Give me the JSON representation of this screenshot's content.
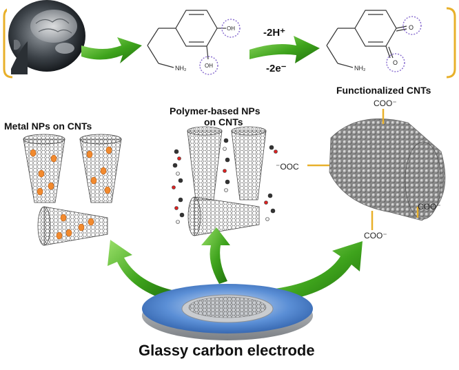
{
  "reaction": {
    "reactant_groups": [
      "OH",
      "OH"
    ],
    "amine_label": "NH₂",
    "product_groups": [
      "O",
      "O"
    ],
    "product_amine_label": "NH₂",
    "conditions": {
      "protons": "-2H⁺",
      "electrons": "-2e⁻"
    }
  },
  "labels": {
    "metal": "Metal NPs on CNTs",
    "polymer_line1": "Polymer-based NPs",
    "polymer_line2": "on CNTs",
    "functionalized": "Functionalized CNTs",
    "electrode": "Glassy carbon electrode"
  },
  "functional_groups": {
    "top": "COO⁻",
    "left": "⁻OOC",
    "right": "COO⁻",
    "bottom": "COO⁻"
  },
  "colors": {
    "arrow_green": "#3ea31c",
    "bracket": "#e8b02a",
    "circle": "#8a6fd0",
    "np_orange": "#f28a2e",
    "electrode_blue": "#5b8fd6",
    "electrode_gray": "#b8bcc0"
  }
}
